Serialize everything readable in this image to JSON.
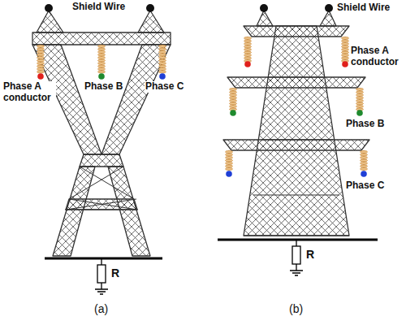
{
  "diagram": {
    "labels": [
      "Shield Wire",
      "Phase A conductor",
      "Phase B",
      "Phase C",
      "R",
      "(a)",
      "Shield Wire",
      "Phase A conductor",
      "Phase B",
      "Phase C",
      "R",
      "(b)"
    ]
  }
}
